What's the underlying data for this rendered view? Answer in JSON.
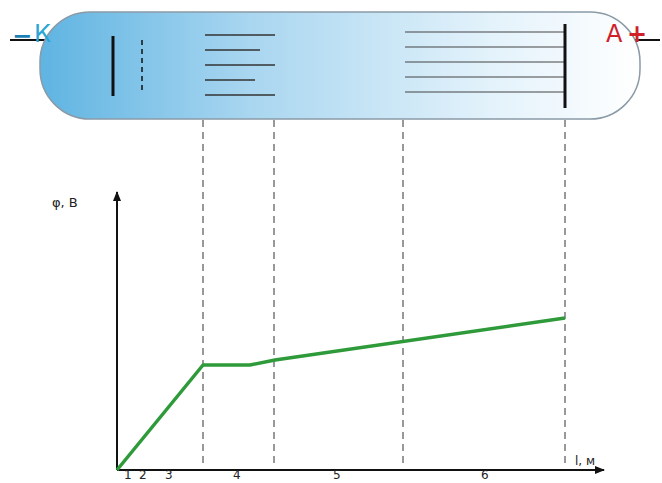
{
  "diagram": {
    "labels": [
      "−",
      "К",
      "А",
      "+",
      "φ, В",
      "l, м",
      "1",
      "2",
      "3",
      "4",
      "5",
      "6"
    ]
  }
}
